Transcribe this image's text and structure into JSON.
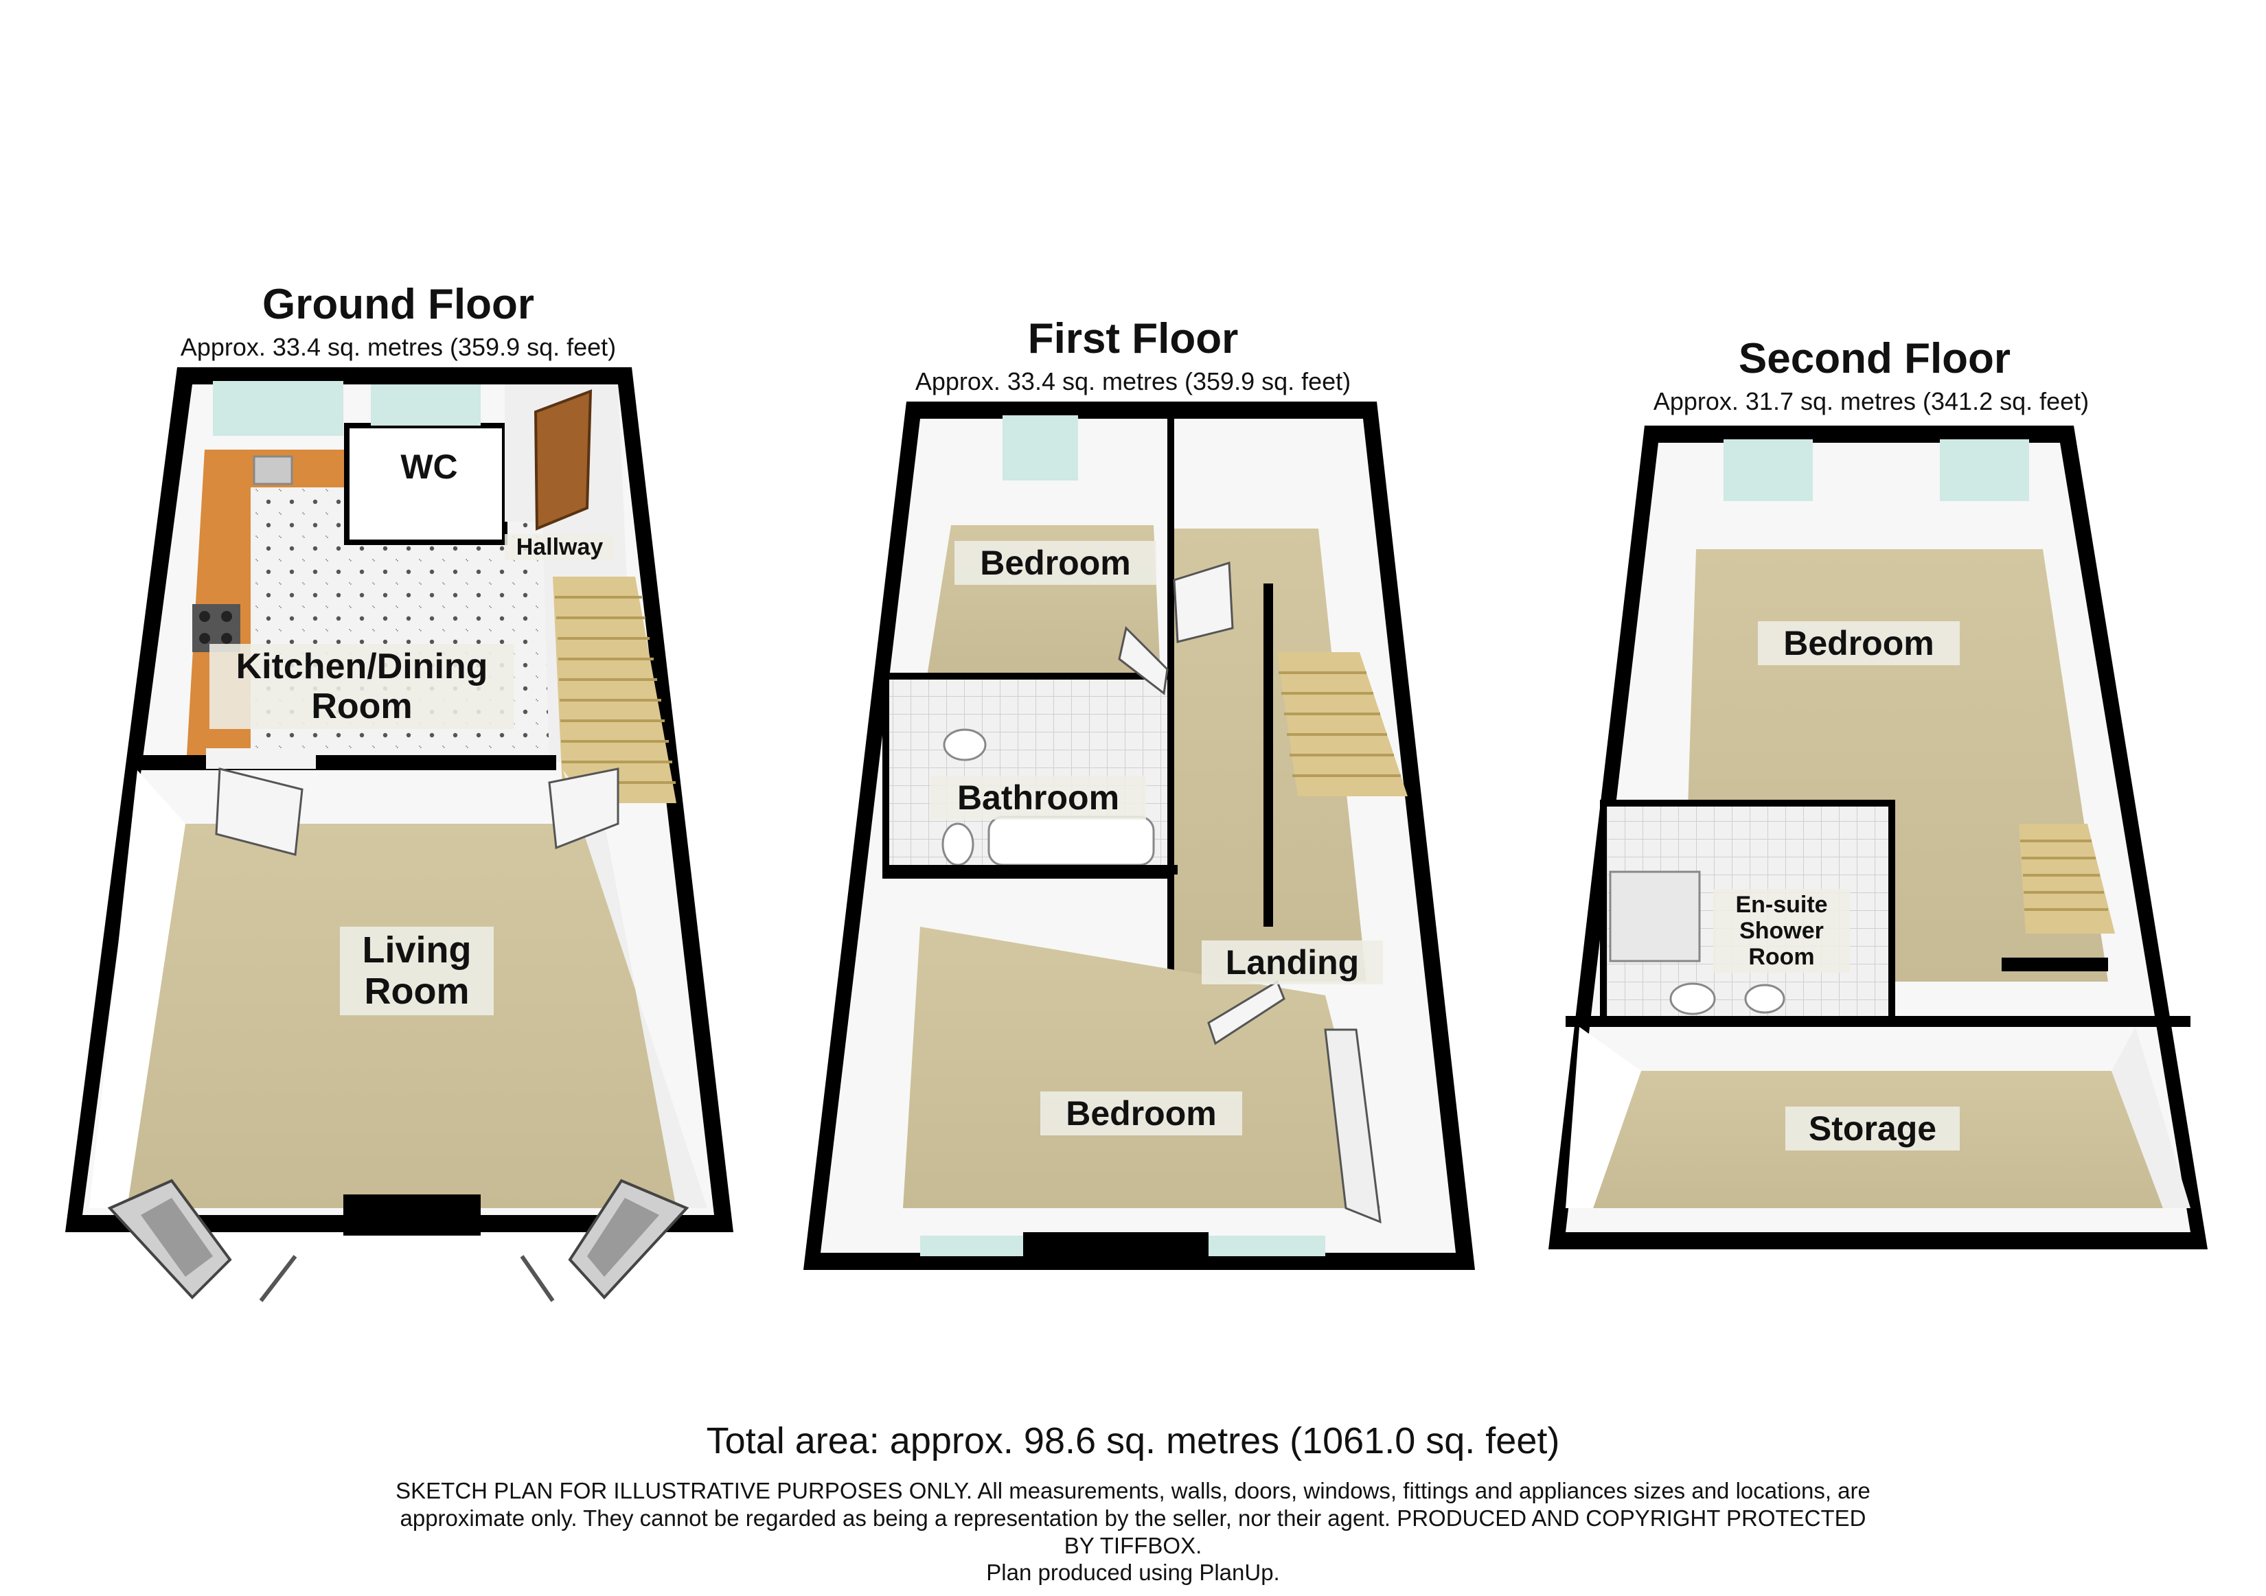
{
  "floors": {
    "ground": {
      "title": "Ground Floor",
      "area": "Approx. 33.4 sq. metres (359.9 sq. feet)",
      "rooms": {
        "wc": "WC",
        "hallway": "Hallway",
        "kitchen": "Kitchen/Dining\nRoom",
        "living": "Living\nRoom"
      }
    },
    "first": {
      "title": "First Floor",
      "area": "Approx. 33.4 sq. metres (359.9 sq. feet)",
      "rooms": {
        "bedroom_rear": "Bedroom",
        "bathroom": "Bathroom",
        "landing": "Landing",
        "bedroom_front": "Bedroom"
      }
    },
    "second": {
      "title": "Second Floor",
      "area": "Approx. 31.7 sq. metres (341.2 sq. feet)",
      "rooms": {
        "bedroom": "Bedroom",
        "ensuite": "En-suite\nShower\nRoom",
        "storage": "Storage"
      }
    }
  },
  "total": "Total area: approx. 98.6 sq. metres (1061.0 sq. feet)",
  "disclaimer": "SKETCH PLAN FOR ILLUSTRATIVE PURPOSES ONLY. All measurements, walls, doors, windows, fittings and appliances sizes and locations, are approximate only. They cannot be regarded as being a representation by the seller, nor their agent. PRODUCED AND COPYRIGHT PROTECTED BY TIFFBOX.",
  "credit": "Plan produced using PlanUp.",
  "colors": {
    "wall": "#000000",
    "carpet": "#cdc19b",
    "tile_floor": "#eeeeee",
    "wall_face": "#f8f8f8",
    "window_glass": "#cfe9e5",
    "worktop": "#d98a3c",
    "stairs": "#dcc78f"
  }
}
